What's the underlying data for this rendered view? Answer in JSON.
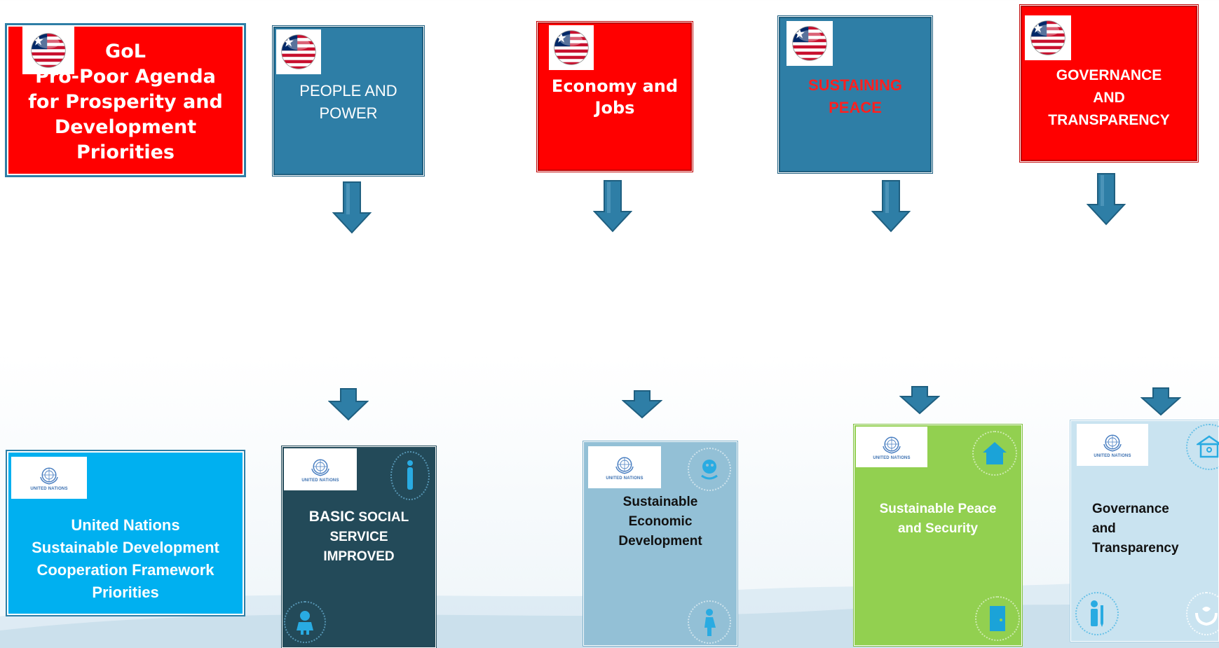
{
  "gol": {
    "line1": "GoL",
    "line2": "Pro-Poor Agenda",
    "line3": "for Prosperity and",
    "line4": "Development",
    "line5": "Priorities"
  },
  "pillars": [
    {
      "line1": "PEOPLE AND",
      "line2": "POWER"
    },
    {
      "line1": "Economy and",
      "line2": "Jobs"
    },
    {
      "line1": "SUSTAINING",
      "line2": "PEACE"
    },
    {
      "line1": "GOVERNANCE",
      "line2": "AND",
      "line3": "TRANSPARENCY"
    }
  ],
  "un_label": "UNITED NATIONS",
  "unsdcf": {
    "line1": "United Nations",
    "line2": "Sustainable Development",
    "line3": "Cooperation Framework",
    "line4": "Priorities"
  },
  "outcomes": [
    {
      "lead": "BASIC",
      "line1_rest": " SOCIAL",
      "line2": "SERVICE",
      "line3": "IMPROVED"
    },
    {
      "line1": "Sustainable",
      "line2": "Economic",
      "line3": "Development"
    },
    {
      "line1": "Sustainable Peace",
      "line2": "and Security"
    },
    {
      "line1": "Governance",
      "line2": "and",
      "line3": "Transparency"
    }
  ],
  "colors": {
    "red": "#ff0000",
    "teal": "#2e7ea6",
    "sky": "#00b0f0",
    "dark_slate": "#234a59",
    "light_blue": "#93c0d6",
    "green": "#92d050",
    "pale_blue": "#c9e3f0",
    "arrow": "#2e7ea6"
  }
}
